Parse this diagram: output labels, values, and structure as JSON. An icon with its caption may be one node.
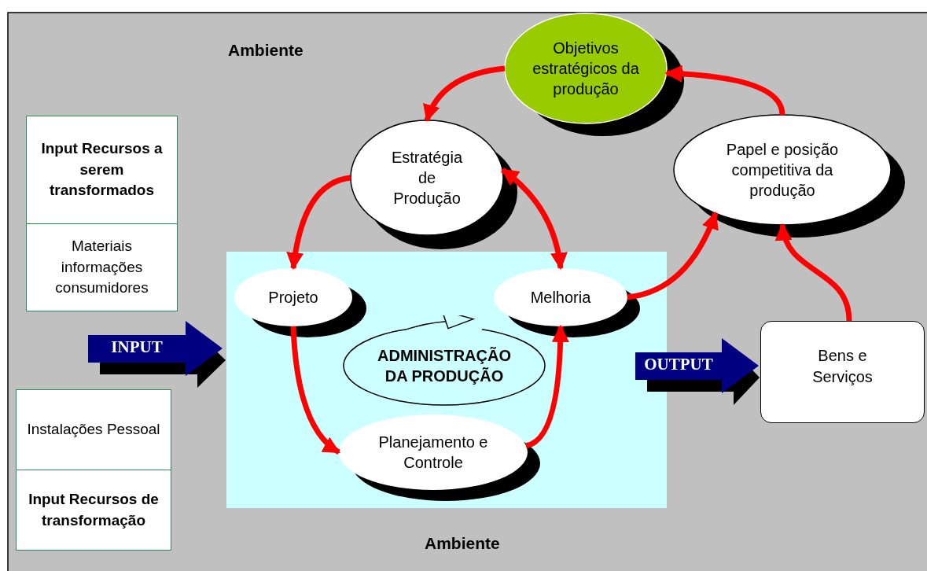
{
  "diagram": {
    "nodes": [
      {
        "text": [
          "Objetivos estratégicos da produção"
        ]
      },
      {
        "text": [
          "Estratégia de Produção"
        ]
      },
      {
        "text": [
          "Papel e posição competitiva da produção"
        ]
      },
      {
        "text": [
          "Input Recursos a serem transformados",
          "Materiais informações consumidores"
        ]
      },
      {
        "text": [],
        "shape": "box"
      },
      {
        "text": [
          "Projeto"
        ],
        "in": 4
      },
      {
        "text": [
          "Melhoria"
        ],
        "in": 4
      },
      {
        "text": [
          "ADMINISTRAÇÃO DA PRODUÇÃO"
        ],
        "in": 4
      },
      {
        "text": [
          "Planejamento e Controle"
        ],
        "in": 4
      },
      {
        "text": [
          "Bens e Serviços"
        ]
      },
      {
        "text": [
          "Instalações Pessoal",
          "Input Recursos de transformação"
        ]
      }
    ],
    "edges": [
      {
        "from": 0,
        "to": 1,
        "arrow": "to"
      },
      {
        "from": 1,
        "to": 5,
        "arrow": "to"
      },
      {
        "from": 1,
        "to": 6,
        "arrow": "both"
      },
      {
        "from": 5,
        "to": 8,
        "arrow": "to"
      },
      {
        "from": 8,
        "to": 6,
        "arrow": "to"
      },
      {
        "from": 6,
        "to": 2,
        "arrow": "to"
      },
      {
        "from": 9,
        "to": 2,
        "arrow": "to"
      },
      {
        "from": 2,
        "to": 0,
        "arrow": "to"
      },
      {
        "from": null,
        "to": 4,
        "arrow": "to",
        "label": "INPUT",
        "style": "thick",
        "color": "#000080"
      },
      {
        "from": 4,
        "to": 9,
        "arrow": "to",
        "label": "OUTPUT",
        "style": "thick",
        "color": "#000080"
      }
    ],
    "labels": [
      "Ambiente",
      "Ambiente"
    ]
  }
}
